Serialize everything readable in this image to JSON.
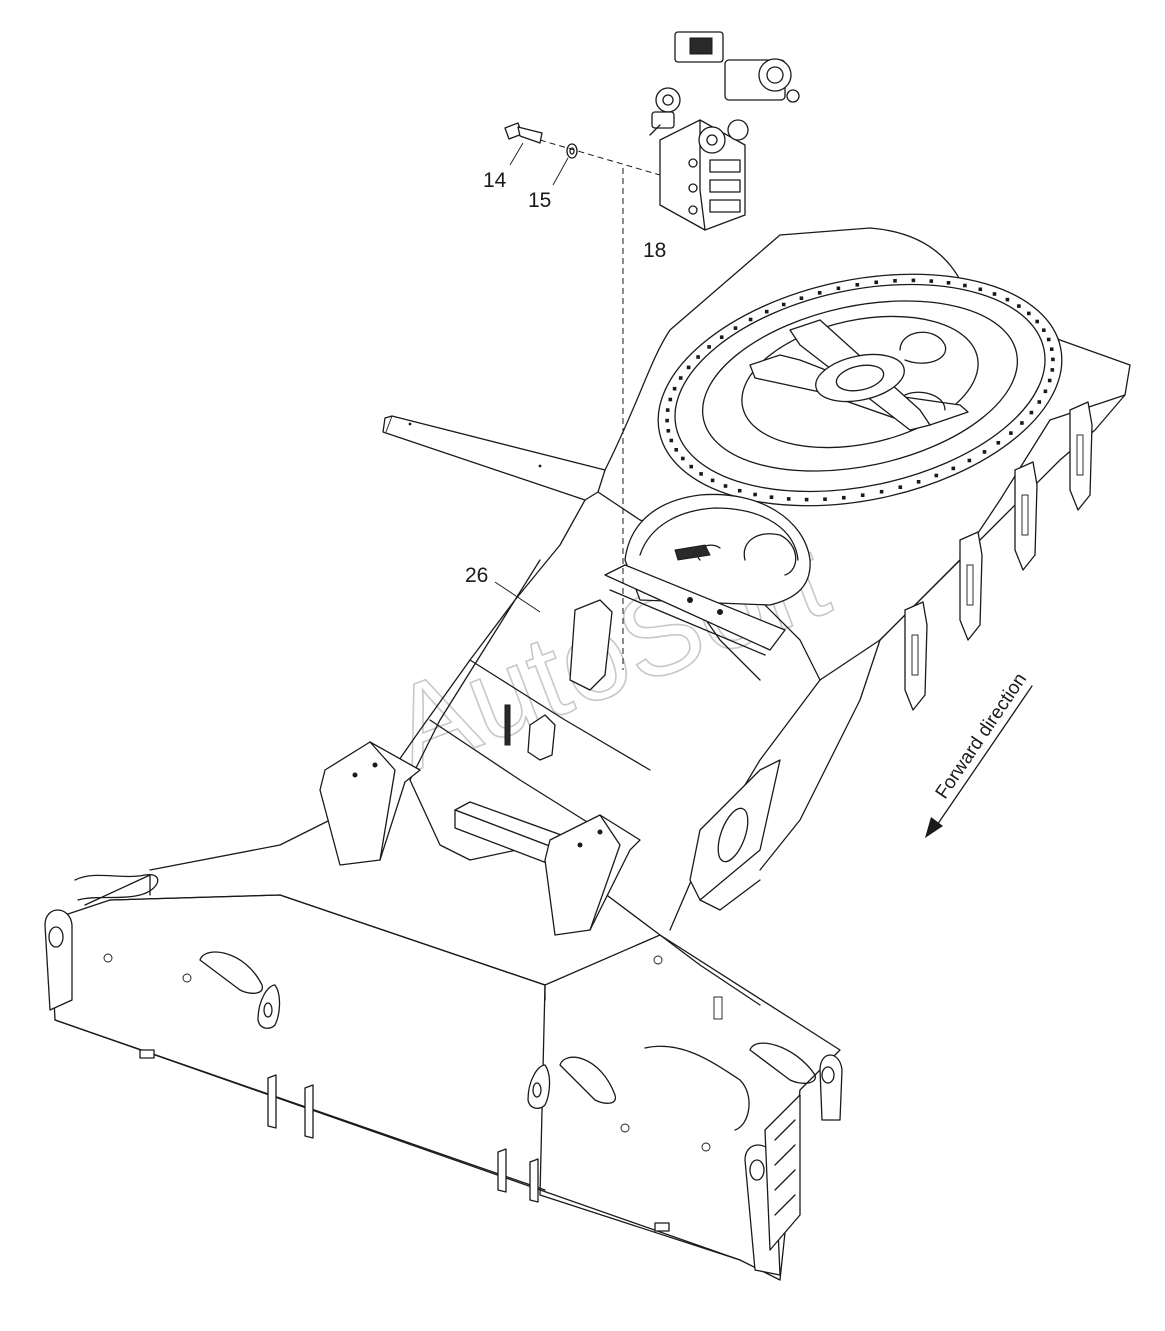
{
  "diagram": {
    "callouts": [
      {
        "id": "14",
        "label": "14"
      },
      {
        "id": "15",
        "label": "15"
      },
      {
        "id": "18",
        "label": "18"
      },
      {
        "id": "26",
        "label": "26"
      }
    ],
    "direction_label": "Forward direction",
    "watermark": "AutoSoft",
    "colors": {
      "line": "#1a1a1a",
      "watermark": "#c8c8c8",
      "background": "#ffffff"
    }
  }
}
